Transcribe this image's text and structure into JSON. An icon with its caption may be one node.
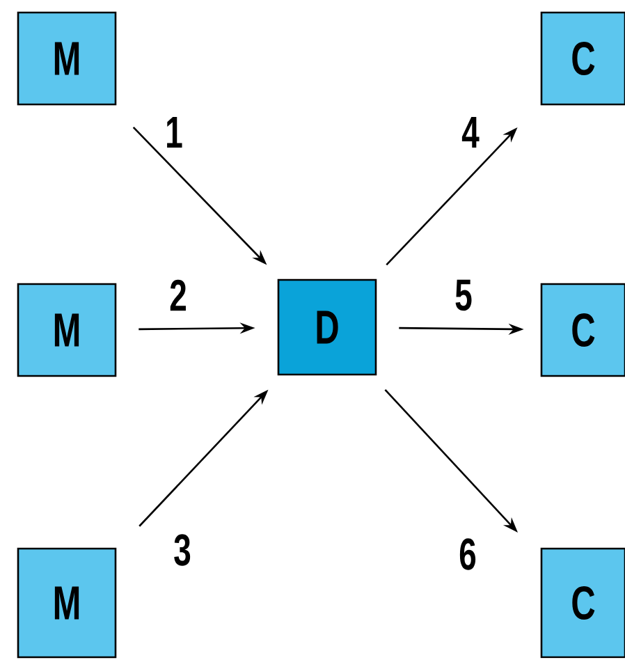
{
  "diagram": {
    "nodes": [
      {
        "text": [
          "M"
        ]
      },
      {
        "text": [
          "C"
        ]
      },
      {
        "text": [
          "M"
        ]
      },
      {
        "text": [
          "D"
        ]
      },
      {
        "text": [
          "C"
        ]
      },
      {
        "text": [
          "M"
        ]
      },
      {
        "text": [
          "C"
        ]
      }
    ],
    "edges": [
      {
        "from": 0,
        "to": 3,
        "arrow": "to",
        "label": "1"
      },
      {
        "from": 2,
        "to": 3,
        "arrow": "to",
        "label": "2"
      },
      {
        "from": 5,
        "to": 3,
        "arrow": "to",
        "label": "3"
      },
      {
        "from": 3,
        "to": 1,
        "arrow": "to",
        "label": "4"
      },
      {
        "from": 3,
        "to": 4,
        "arrow": "to",
        "label": "5"
      },
      {
        "from": 3,
        "to": 6,
        "arrow": "to",
        "label": "6"
      }
    ]
  }
}
